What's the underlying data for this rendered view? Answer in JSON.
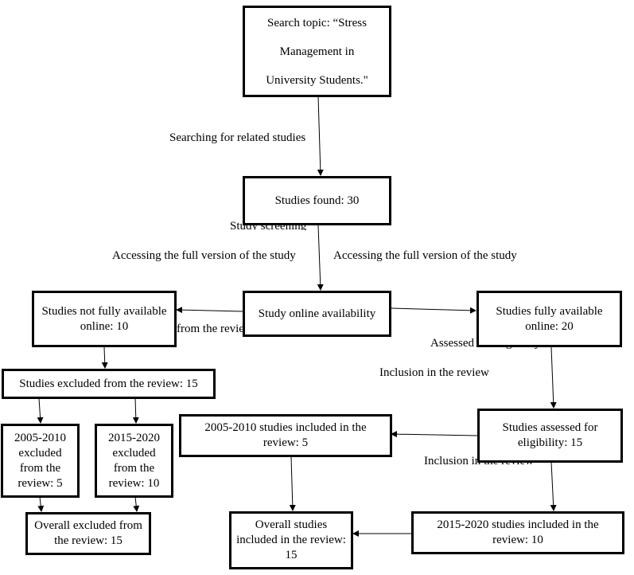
{
  "nodes": {
    "search_topic": "Search topic: “Stress Management in University Students.\"",
    "studies_found": "Studies found: 30",
    "online_availability": "Study online availability",
    "not_fully_available": "Studies not fully available online: 10",
    "fully_available": "Studies fully available online: 20",
    "excluded_review": "Studies excluded from the review: 15",
    "excluded_2005_2010": "2005-2010 excluded from the review: 5",
    "excluded_2015_2020": "2015-2020 excluded from the review: 10",
    "overall_excluded": "Overall excluded from the review: 15",
    "assessed_eligibility": "Studies assessed for eligibility: 15",
    "included_2005_2010": "2005-2010 studies included in the review: 5",
    "included_2015_2020": "2015-2020 studies included in the review: 10",
    "overall_included": "Overall studies included in the review: 15"
  },
  "edge_labels": {
    "searching": "Searching for related studies",
    "screening": "Study screening",
    "full_version_left": "Accessing the full version of the study",
    "full_version_right": "Accessing the full version of the study",
    "hidden_left": "from the review",
    "assessed_hidden": "Assessed for eligibility",
    "inclusion": "Inclusion in the review",
    "inclusion_hidden": "Inclusion in the review"
  }
}
